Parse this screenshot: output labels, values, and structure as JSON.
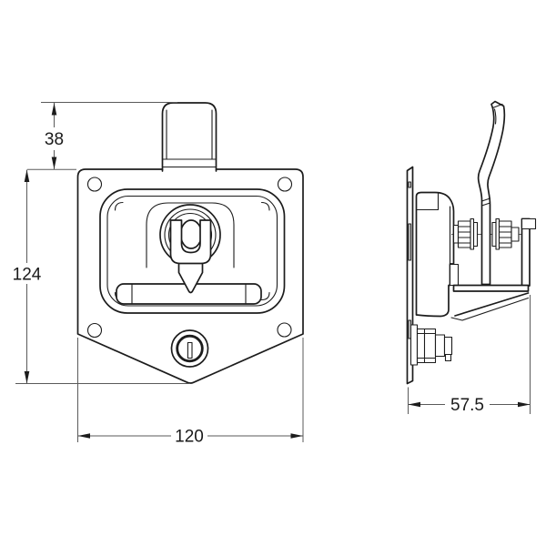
{
  "drawing": {
    "kind": "technical-drawing",
    "subject": "folding T-handle paddle latch, two orthographic views",
    "background_color": "#ffffff",
    "line_color": "#1c1c1c",
    "dimension_line_color": "#5a5a5a"
  },
  "views": {
    "front": {
      "name": "front-view"
    },
    "side": {
      "name": "side-view"
    }
  },
  "dimensions": {
    "handle_height": "38",
    "plate_height": "124",
    "plate_width": "120",
    "depth": "57.5"
  }
}
